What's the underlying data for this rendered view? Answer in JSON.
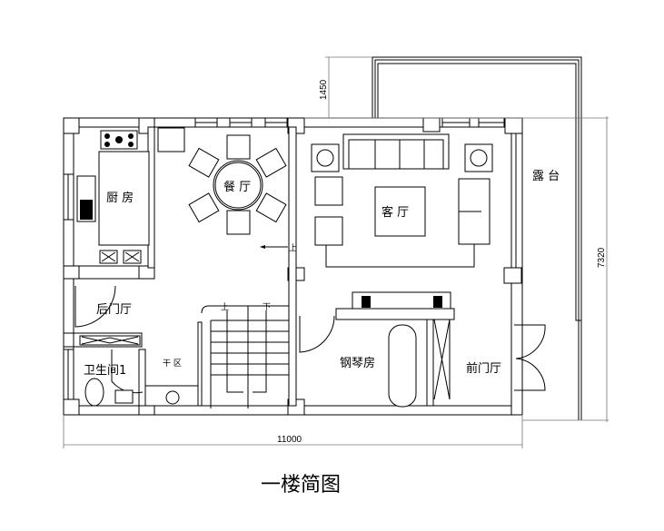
{
  "plan": {
    "title": "一楼简图",
    "rooms": {
      "kitchen": "厨 房",
      "dining": "餐 厅",
      "living": "客 厅",
      "terrace": "露 台",
      "back_hall": "后门厅",
      "bathroom": "卫生间1",
      "dry_area": "干 区",
      "piano_room": "钢琴房",
      "front_hall": "前门厅"
    },
    "stair_labels": {
      "up_dining": "上",
      "up": "上",
      "down": "下"
    },
    "dimensions": {
      "terrace_depth": "1450",
      "depth": "7320",
      "width": "11000"
    }
  }
}
